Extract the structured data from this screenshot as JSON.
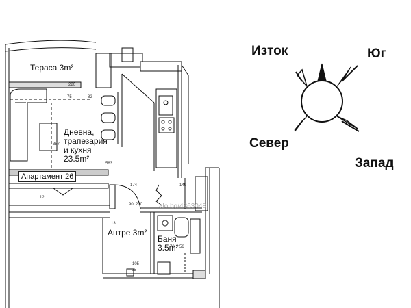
{
  "rooms": {
    "terrace": "Тераса 3m²",
    "living_line1": "Дневна,",
    "living_line2": "трапезария",
    "living_line3": "и кухня",
    "living_area": "23.5m²",
    "apartment": "Апартамент 26",
    "hall": "Антре 3m²",
    "bath_line1": "Баня",
    "bath_area": "3.5m²"
  },
  "compass": {
    "east": "Изток",
    "south": "Юг",
    "north": "Север",
    "west": "Запад"
  },
  "watermark": "alo.bg/4863048",
  "dimensions": [
    "75",
    "82",
    "583",
    "387",
    "174",
    "149",
    "90",
    "200",
    "105",
    "70",
    "56",
    "220",
    "12",
    "13",
    "55"
  ]
}
